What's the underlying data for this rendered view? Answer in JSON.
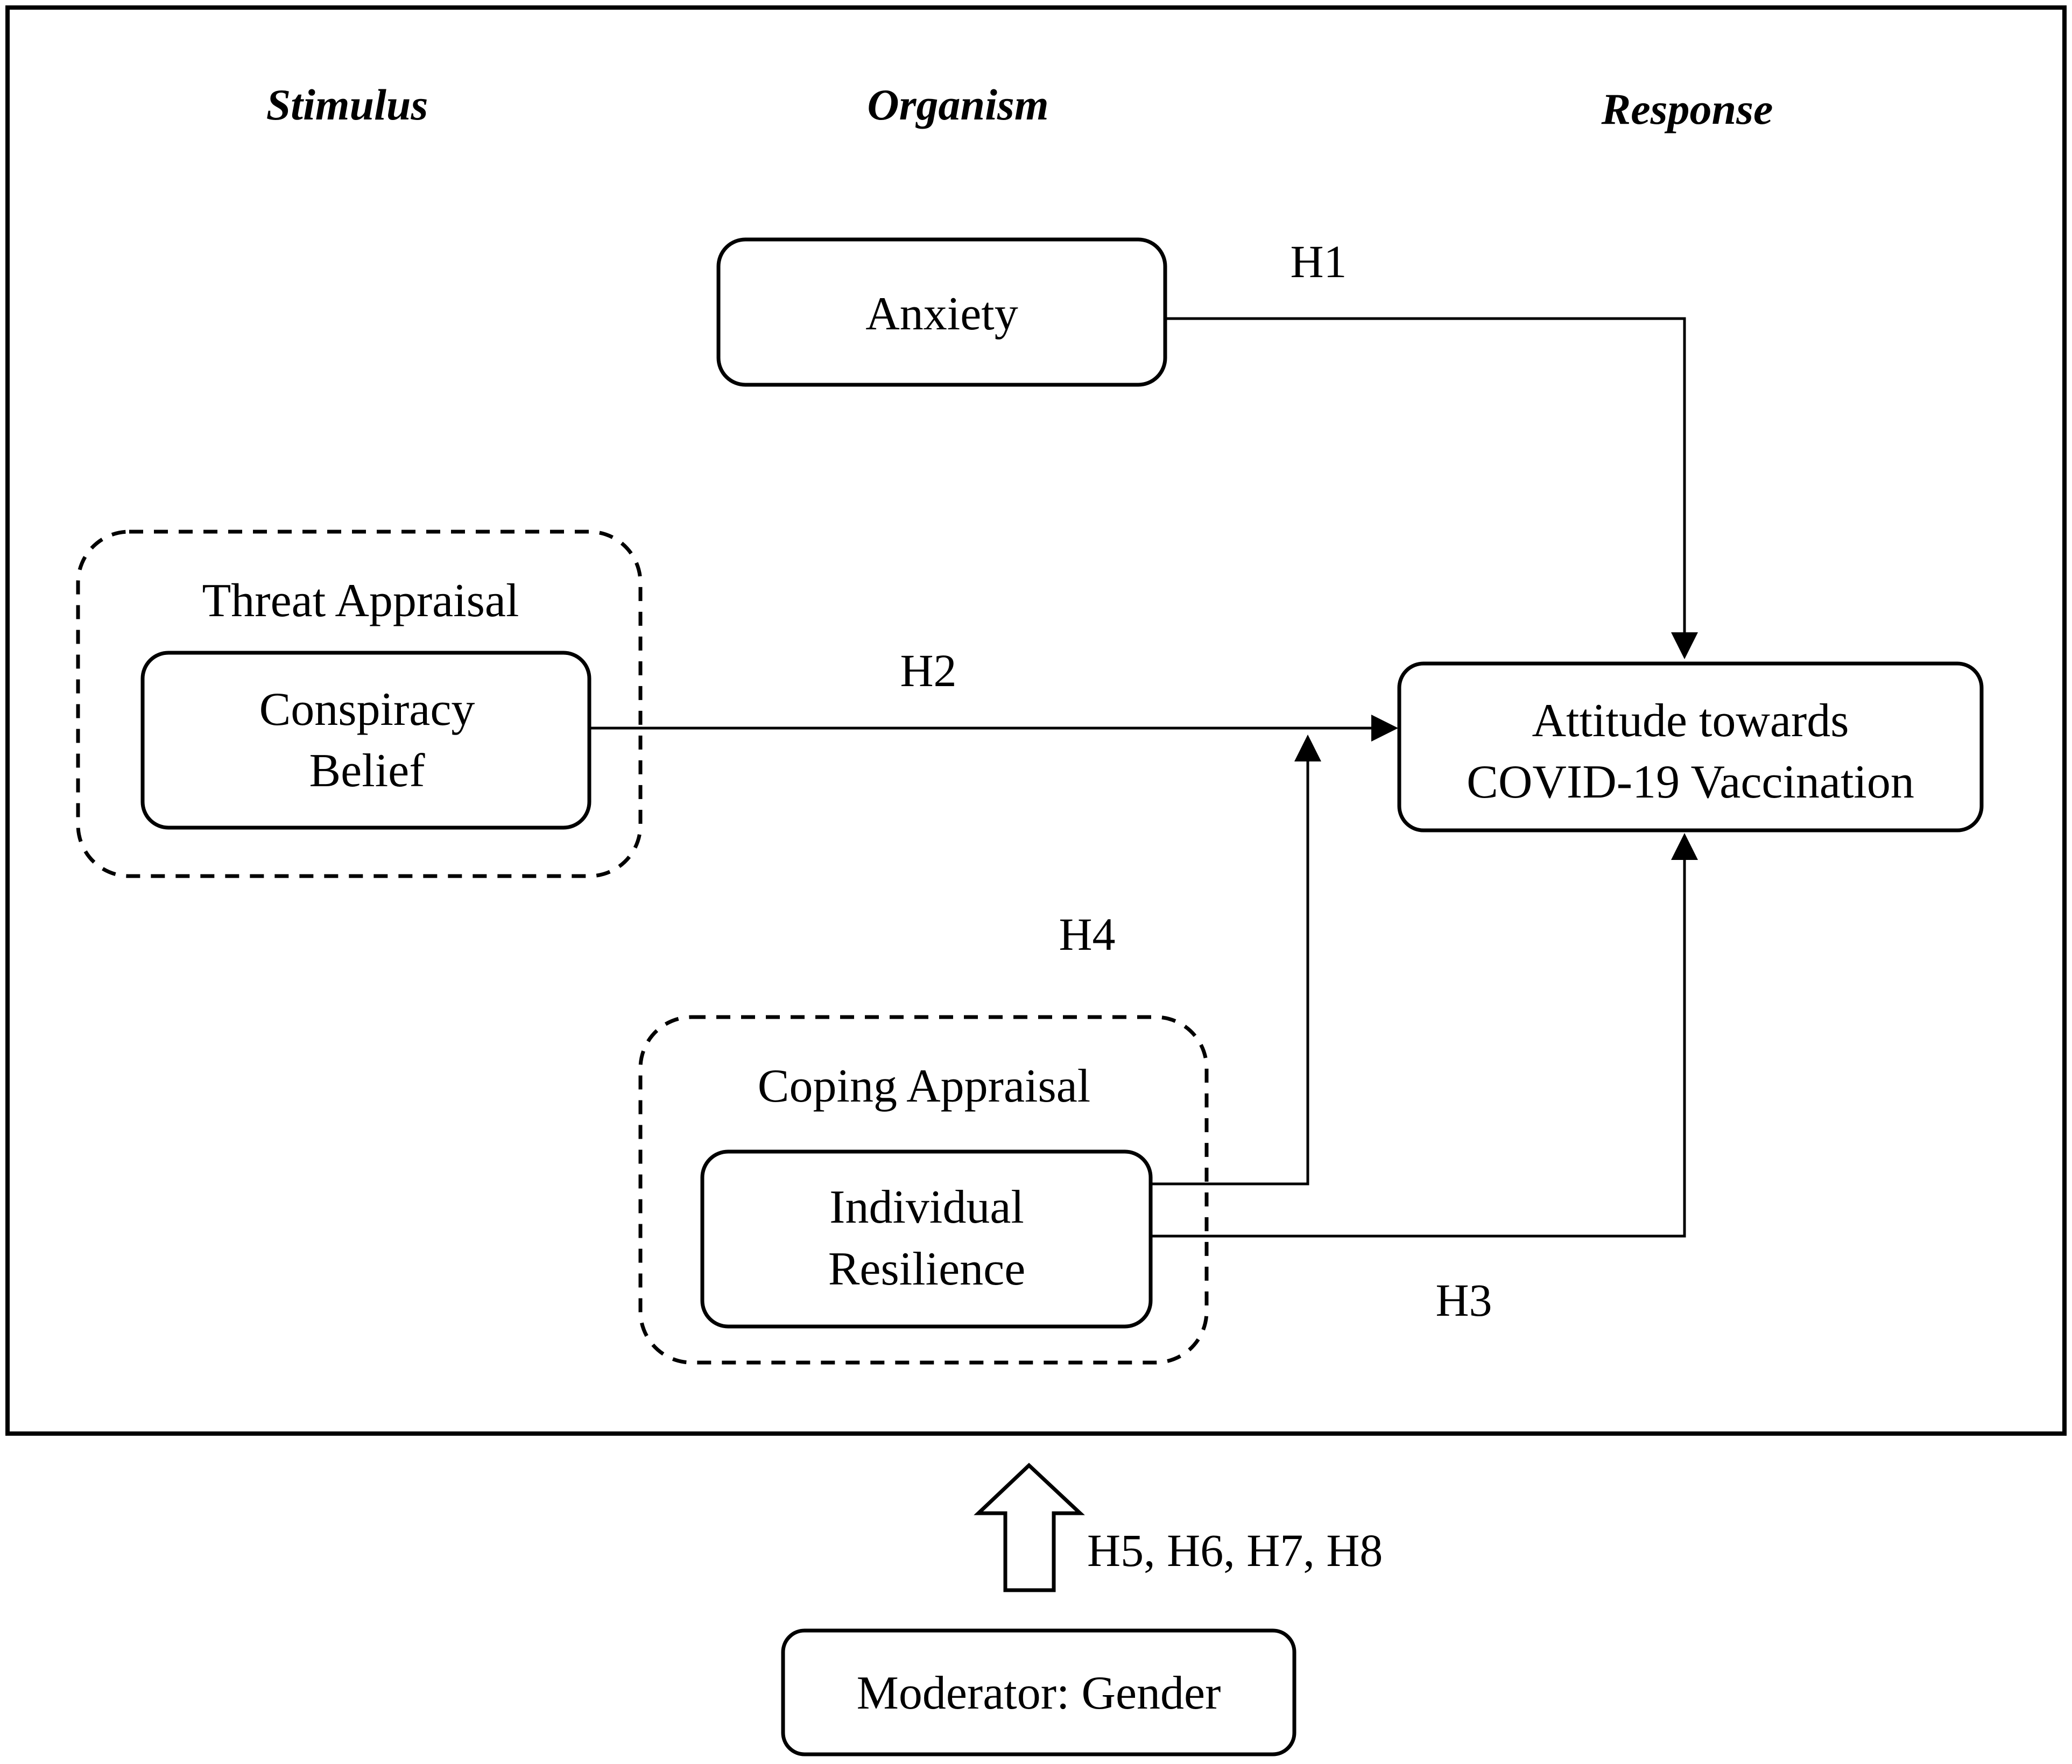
{
  "headings": {
    "stimulus": "Stimulus",
    "organism": "Organism",
    "response": "Response"
  },
  "nodes": {
    "anxiety": "Anxiety",
    "threat_appraisal": "Threat Appraisal",
    "conspiracy_belief": [
      "Conspiracy",
      "Belief"
    ],
    "attitude": [
      "Attitude towards",
      "COVID-19 Vaccination"
    ],
    "coping_appraisal": "Coping Appraisal",
    "individual_resilience": [
      "Individual",
      "Resilience"
    ],
    "moderator": "Moderator: Gender"
  },
  "hypotheses": {
    "h1": "H1",
    "h2": "H2",
    "h3": "H3",
    "h4": "H4",
    "moderation": "H5, H6, H7, H8"
  },
  "colors": {
    "stroke": "#000000",
    "background": "#ffffff"
  }
}
